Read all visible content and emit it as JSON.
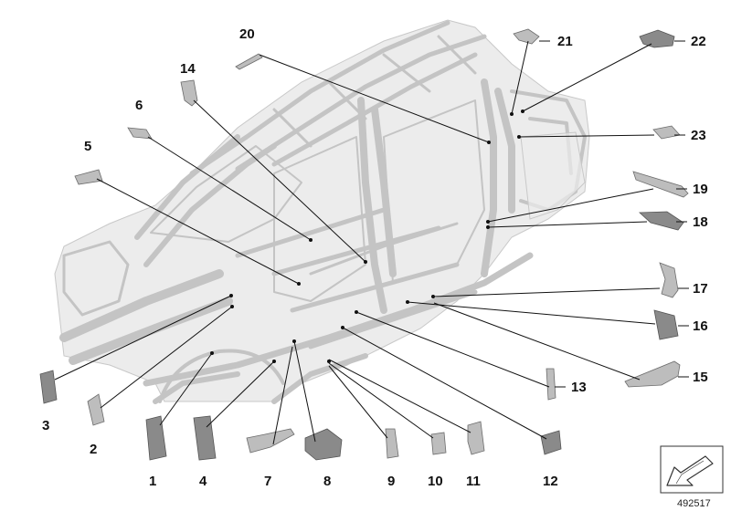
{
  "diagram": {
    "reference_number": "492517",
    "callouts": [
      {
        "id": "1",
        "label": "1"
      },
      {
        "id": "2",
        "label": "2"
      },
      {
        "id": "3",
        "label": "3"
      },
      {
        "id": "4",
        "label": "4"
      },
      {
        "id": "5",
        "label": "5"
      },
      {
        "id": "6",
        "label": "6"
      },
      {
        "id": "7",
        "label": "7"
      },
      {
        "id": "8",
        "label": "8"
      },
      {
        "id": "9",
        "label": "9"
      },
      {
        "id": "10",
        "label": "10"
      },
      {
        "id": "11",
        "label": "11"
      },
      {
        "id": "12",
        "label": "12"
      },
      {
        "id": "13",
        "label": "13"
      },
      {
        "id": "14",
        "label": "14"
      },
      {
        "id": "15",
        "label": "15"
      },
      {
        "id": "16",
        "label": "16"
      },
      {
        "id": "17",
        "label": "17"
      },
      {
        "id": "18",
        "label": "18"
      },
      {
        "id": "19",
        "label": "19"
      },
      {
        "id": "20",
        "label": "20"
      },
      {
        "id": "21",
        "label": "21"
      },
      {
        "id": "22",
        "label": "22"
      },
      {
        "id": "23",
        "label": "23"
      }
    ],
    "colors": {
      "body_outline": "#c4c4c4",
      "body_fill": "#ececec",
      "part_fill": "#bdbdbd",
      "leader": "#111111"
    }
  }
}
